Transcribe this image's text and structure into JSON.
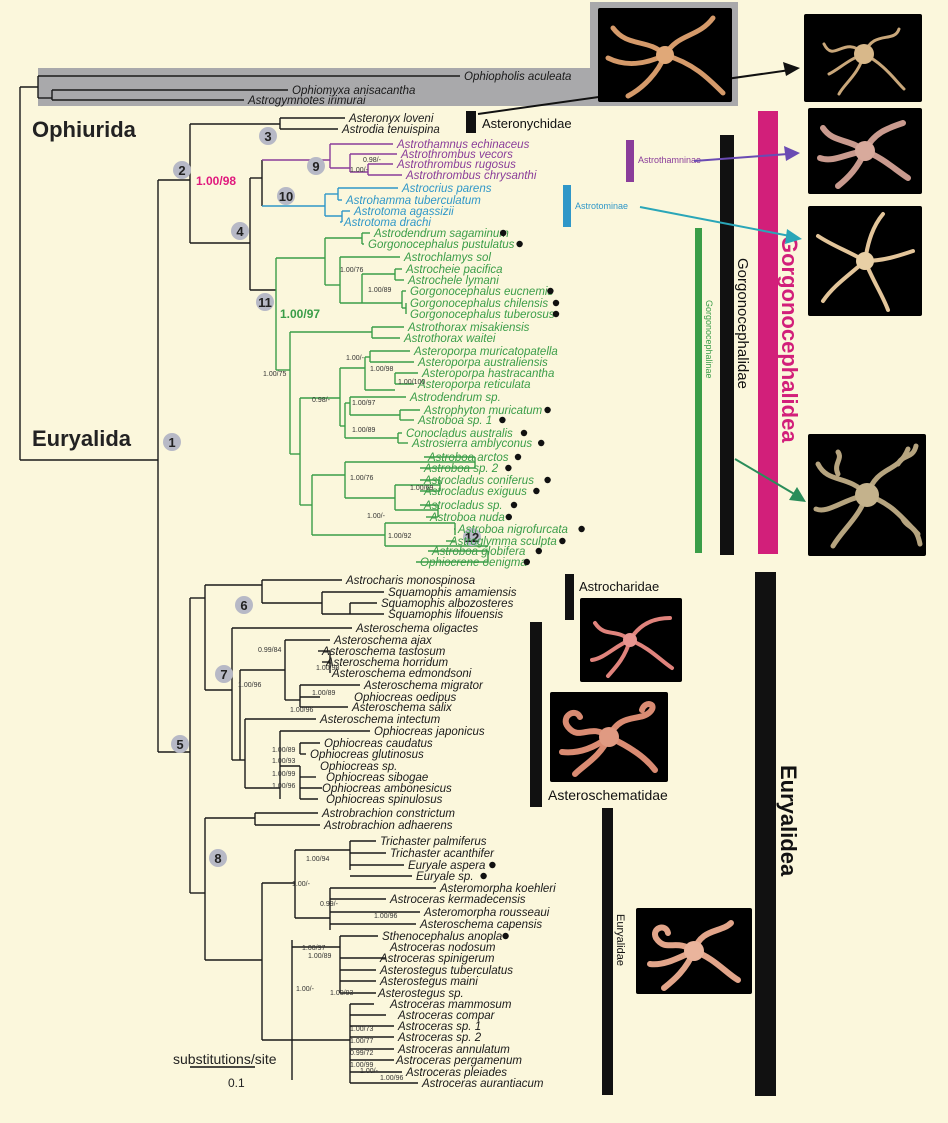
{
  "groups": {
    "ophiurida": "Ophiurida",
    "euryalida": "Euryalida"
  },
  "families": {
    "asteronychidae": "Asteronychidae",
    "astrocharidae": "Astrocharidae",
    "asteroschematidae": "Asteroschematidae",
    "euryalidae": "Euryalidae",
    "gorgonocephalidae": "Gorgonocephalidae",
    "gorgonocephalidea": "Gorgonocephalidea",
    "euryalidea": "Euryalidea"
  },
  "subfamilies": {
    "astrothamninae": "Astrothamninae",
    "astrotominae": "Astrotominae",
    "gorgonocephalinae": "Gorgonocephalinae"
  },
  "scale": {
    "label": "substitutions/site",
    "value": "0.1"
  },
  "colors": {
    "background": "#fbf7dc",
    "outgroup_box": "#a9a9ab",
    "astrothamninae": "#8a3d9a",
    "astrotominae": "#2f97c8",
    "gorgonocephalinae": "#3a9d48",
    "gorgonocephalidea": "#d21f7a",
    "support_highlight": "#e0197d",
    "node_badge": "#b7b9c6"
  },
  "highlight_support": "1.00/98",
  "support_11": "1.00/97",
  "nodes": [
    "1",
    "2",
    "3",
    "4",
    "5",
    "6",
    "7",
    "8",
    "9",
    "10",
    "11",
    "12"
  ],
  "taxa": [
    {
      "name": "Ophiopholis aculeata",
      "color": "black"
    },
    {
      "name": "Ophiomyxa anisacantha",
      "color": "black"
    },
    {
      "name": "Astrogymnotes irimurai",
      "color": "black"
    },
    {
      "name": "Asteronyx loveni",
      "color": "black"
    },
    {
      "name": "Astrodia tenuispina",
      "color": "black"
    },
    {
      "name": "Astrothamnus echinaceus",
      "color": "purple"
    },
    {
      "name": "Astrothrombus vecors",
      "color": "purple"
    },
    {
      "name": "Astrothrombus rugosus",
      "color": "purple"
    },
    {
      "name": "Astrothrombus chrysanthi",
      "color": "purple"
    },
    {
      "name": "Astrocrius parens",
      "color": "blue"
    },
    {
      "name": "Astrohamma tuberculatum",
      "color": "blue"
    },
    {
      "name": "Astrotoma agassizii",
      "color": "blue"
    },
    {
      "name": "Astrotoma drachi",
      "color": "blue"
    },
    {
      "name": "Astrodendrum sagaminum",
      "color": "green",
      "dot": true
    },
    {
      "name": "Gorgonocephalus pustulatus",
      "color": "green",
      "dot": true
    },
    {
      "name": "Astrochlamys sol",
      "color": "green"
    },
    {
      "name": "Astrocheie pacifica",
      "color": "green"
    },
    {
      "name": "Astrochele lymani",
      "color": "green"
    },
    {
      "name": "Gorgonocephalus eucnemis",
      "color": "green",
      "dot": true
    },
    {
      "name": "Gorgonocephalus chilensis",
      "color": "green",
      "dot": true
    },
    {
      "name": "Gorgonocephalus tuberosus",
      "color": "green",
      "dot": true
    },
    {
      "name": "Astrothorax misakiensis",
      "color": "green"
    },
    {
      "name": "Astrothorax waitei",
      "color": "green"
    },
    {
      "name": "Asteroporpa muricatopatella",
      "color": "green"
    },
    {
      "name": "Asteroporpa australiensis",
      "color": "green"
    },
    {
      "name": "Asteroporpa hastracantha",
      "color": "green"
    },
    {
      "name": "Asteroporpa reticulata",
      "color": "green"
    },
    {
      "name": "Astrodendrum sp.",
      "color": "green"
    },
    {
      "name": "Astrophyton muricatum",
      "color": "green",
      "dot": true
    },
    {
      "name": "Astroboa sp. 1",
      "color": "green",
      "dot": true
    },
    {
      "name": "Conocladus australis",
      "color": "green",
      "dot": true
    },
    {
      "name": "Astrosierra amblyconus",
      "color": "green",
      "dot": true
    },
    {
      "name": "Astroboa arctos",
      "color": "green",
      "dot": true
    },
    {
      "name": "Astroboa sp. 2",
      "color": "green",
      "dot": true
    },
    {
      "name": "Astrocladus coniferus",
      "color": "green",
      "dot": true
    },
    {
      "name": "Astrocladus exiguus",
      "color": "green",
      "dot": true
    },
    {
      "name": "Astrocladus sp.",
      "color": "green",
      "dot": true
    },
    {
      "name": "Astroboa nuda",
      "color": "green",
      "dot": true
    },
    {
      "name": "Astroboa nigrofurcata",
      "color": "green",
      "dot": true
    },
    {
      "name": "Astroglymma sculpta",
      "color": "green",
      "dot": true
    },
    {
      "name": "Astroboa globifera",
      "color": "green",
      "dot": true
    },
    {
      "name": "Ophiocrene oenigma",
      "color": "green",
      "dot": true
    },
    {
      "name": "Astrocharis monospinosa",
      "color": "black"
    },
    {
      "name": "Squamophis amamiensis",
      "color": "black"
    },
    {
      "name": "Squamophis albozosteres",
      "color": "black"
    },
    {
      "name": "Squamophis lifouensis",
      "color": "black"
    },
    {
      "name": "Asteroschema oligactes",
      "color": "black"
    },
    {
      "name": "Asteroschema ajax",
      "color": "black"
    },
    {
      "name": "Asteroschema tastosum",
      "color": "black"
    },
    {
      "name": "Asteroschema horridum",
      "color": "black"
    },
    {
      "name": "Asteroschema edmondsoni",
      "color": "black"
    },
    {
      "name": "Asteroschema migrator",
      "color": "black"
    },
    {
      "name": "Ophiocreas oedipus",
      "color": "black"
    },
    {
      "name": "Asteroschema salix",
      "color": "black"
    },
    {
      "name": "Asteroschema intectum",
      "color": "black"
    },
    {
      "name": "Ophiocreas japonicus",
      "color": "black"
    },
    {
      "name": "Ophiocreas caudatus",
      "color": "black"
    },
    {
      "name": "Ophiocreas glutinosus",
      "color": "black"
    },
    {
      "name": "Ophiocreas sp.",
      "color": "black"
    },
    {
      "name": "Ophiocreas sibogae",
      "color": "black"
    },
    {
      "name": "Ophiocreas ambonesicus",
      "color": "black"
    },
    {
      "name": "Ophiocreas spinulosus",
      "color": "black"
    },
    {
      "name": "Astrobrachion constrictum",
      "color": "black"
    },
    {
      "name": "Astrobrachion adhaerens",
      "color": "black"
    },
    {
      "name": "Trichaster palmiferus",
      "color": "black"
    },
    {
      "name": "Trichaster acanthifer",
      "color": "black"
    },
    {
      "name": "Euryale aspera",
      "color": "black",
      "dot": true
    },
    {
      "name": "Euryale sp.",
      "color": "black",
      "dot": true
    },
    {
      "name": "Asteromorpha koehleri",
      "color": "black"
    },
    {
      "name": "Astroceras kermadecensis",
      "color": "black"
    },
    {
      "name": "Asteromorpha rousseaui",
      "color": "black"
    },
    {
      "name": "Asteroschema capensis",
      "color": "black"
    },
    {
      "name": "Sthenocephalus anopla",
      "color": "black",
      "dot": true
    },
    {
      "name": "Astroceras nodosum",
      "color": "black"
    },
    {
      "name": "Astroceras spinigerum",
      "color": "black"
    },
    {
      "name": "Asterostegus tuberculatus",
      "color": "black"
    },
    {
      "name": "Asterostegus maini",
      "color": "black"
    },
    {
      "name": "Asterostegus sp.",
      "color": "black"
    },
    {
      "name": "Astroceras mammosum",
      "color": "black"
    },
    {
      "name": "Astroceras compar",
      "color": "black"
    },
    {
      "name": "Astroceras sp. 1",
      "color": "black"
    },
    {
      "name": "Astroceras sp. 2",
      "color": "black"
    },
    {
      "name": "Astroceras annulatum",
      "color": "black"
    },
    {
      "name": "Astroceras pergamenum",
      "color": "black"
    },
    {
      "name": "Astroceras pleiades",
      "color": "black"
    },
    {
      "name": "Astroceras aurantiacum",
      "color": "black"
    }
  ],
  "support_values": [
    "0.98/-",
    "1.00/-",
    "1.00/76",
    "1.00/89",
    "1.00/75",
    "0.98/-",
    "1.00/-",
    "1.00/98",
    "1.00/100",
    "1.00/97",
    "1.00/89",
    "1.00/76",
    "1.00/69",
    "1.00/-",
    "1.00/92",
    "0.99/84",
    "1.00/96",
    "1.00/98",
    "1.00/89",
    "1.00/96",
    "1.00/89",
    "1.00/93",
    "1.00/99",
    "1.00/96",
    "1.00/94",
    "1.00/-",
    "0.99/-",
    "1.00/96",
    "1.00/97",
    "1.00/89",
    "1.00/-",
    "1.00/93",
    "1.00/73",
    "1.00/77",
    "0.99/72",
    "1.00/99",
    "1.00/-",
    "1.00/96"
  ]
}
